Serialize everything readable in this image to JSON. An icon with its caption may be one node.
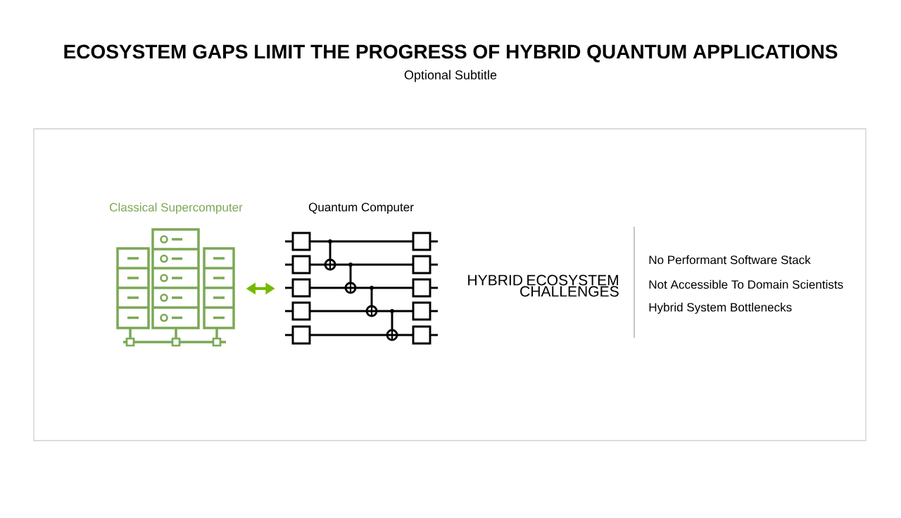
{
  "diagram": {
    "title": "ECOSYSTEM GAPS LIMIT THE PROGRESS OF HYBRID QUANTUM APPLICATIONS",
    "nodes": [
      {
        "text": [
          "Classical Supercomputer"
        ]
      },
      {
        "text": [
          "Quantum Computer"
        ]
      }
    ],
    "edges": [
      {
        "from": 0,
        "to": 1,
        "arrow": "both",
        "color": "#76b900"
      }
    ],
    "labels": [
      "Optional Subtitle",
      "HYBRID ECOSYSTEM CHALLENGES",
      "No Performant Software Stack",
      "Not Accessible To Domain Scientists",
      "Hybrid System Bottlenecks"
    ]
  }
}
